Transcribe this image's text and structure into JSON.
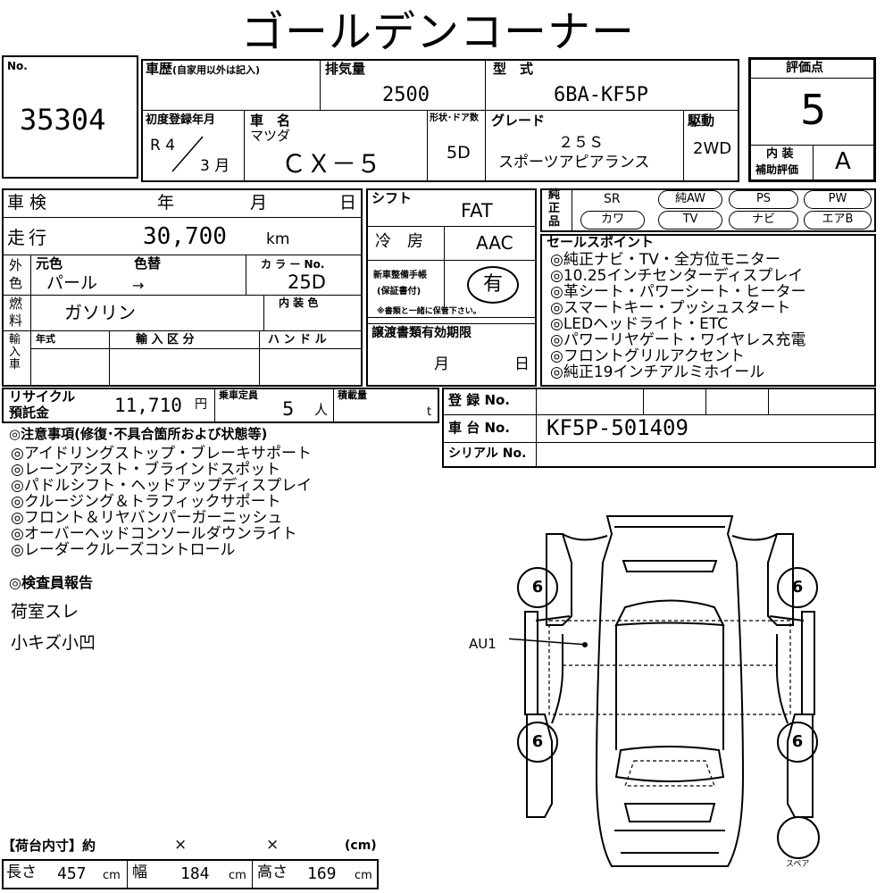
{
  "title": "ゴールデンコーナー",
  "no_label": "No.",
  "no_value": "35304",
  "history_label": "車歴",
  "history_note": "(自家用以外は記入)",
  "displacement_label": "排気量",
  "displacement_value": "2500",
  "model_label": "型　式",
  "model_value": "6BA-KF5P",
  "rating_label": "評価点",
  "rating_value": "5",
  "interior_label_1": "内 装",
  "interior_label_2": "補助評価",
  "interior_value": "A",
  "first_reg_label": "初度登録年月",
  "first_reg_era": "R 4",
  "first_reg_month": "3 月",
  "car_name_label": "車　名",
  "car_maker": "マツダ",
  "car_name": "ＣＸ－５",
  "doors_label": "形状･ドア数",
  "doors_value": "5D",
  "grade_label": "グレード",
  "grade_line1": "２５Ｓ",
  "grade_line2": "スポーツアピアランス",
  "drive_label": "駆動",
  "drive_value": "2WD",
  "inspection_label": "車検",
  "year_label": "年",
  "month_label": "月",
  "day_label": "日",
  "mileage_label": "走行",
  "mileage_value": "30,700",
  "mileage_unit": "km",
  "ext_color_label_1": "外",
  "ext_color_label_2": "色",
  "orig_color_label": "元色",
  "repaint_label": "色替",
  "orig_color_value": "パール",
  "repaint_arrow": "→",
  "color_no_label": "カ ラ ー No.",
  "color_no_value": "25D",
  "fuel_label_1": "燃",
  "fuel_label_2": "料",
  "fuel_value": "ガソリン",
  "interior_color_label": "内 装 色",
  "import_label": "輸入車",
  "model_year_label": "年式",
  "import_type_label": "輸 入 区 分",
  "handle_label": "ハ ン ド ル",
  "shift_label": "シフト",
  "shift_value": "FAT",
  "ac_label": "冷　房",
  "ac_value": "AAC",
  "service_label_1": "新車整備手帳",
  "service_label_2": "(保証書付)",
  "service_value": "有",
  "service_note": "※書類と一緒に保管下さい。",
  "transfer_label": "譲渡書類有効期限",
  "transfer_month": "月",
  "transfer_day": "日",
  "genuine_label": [
    "純",
    "正",
    "品"
  ],
  "equipment": [
    "SR",
    "純AW",
    "PS",
    "PW",
    "カワ",
    "TV",
    "ナビ",
    "エアB"
  ],
  "sales_points_title": "セールスポイント",
  "sales_points": [
    "◎純正ナビ・TV・全方位モニター",
    "◎10.25インチセンターディスプレイ",
    "◎革シート・パワーシート・ヒーター",
    "◎スマートキー・プッシュスタート",
    "◎LEDヘッドライト・ETC",
    "◎パワーリヤゲート・ワイヤレス充電",
    "◎フロントグリルアクセント",
    "◎純正19インチアルミホイール"
  ],
  "recycle_label_1": "リサイクル",
  "recycle_label_2": "預託金",
  "recycle_value": "11,710",
  "recycle_unit": "円",
  "capacity_label": "乗車定員",
  "capacity_value": "5",
  "capacity_unit": "人",
  "load_label": "積載量",
  "load_unit": "t",
  "reg_no_label": "登 録 No.",
  "chassis_no_label": "車 台 No.",
  "chassis_no_value": "KF5P-501409",
  "serial_no_label": "シリアル No.",
  "notes_title": "◎注意事項(修復･不具合箇所および状態等)",
  "notes": [
    "◎アイドリングストップ・ブレーキサポート",
    "◎レーンアシスト・ブラインドスポット",
    "◎パドルシフト・ヘッドアップディスプレイ",
    "◎クルージング＆トラフィックサポート",
    "◎フロント＆リヤバンパーガーニッシュ",
    "◎オーバーヘッドコンソールダウンライト",
    "◎レーダークルーズコントロール"
  ],
  "inspector_title": "◎検査員報告",
  "inspector_notes": [
    "荷室スレ",
    "小キズ小凹"
  ],
  "tire_values": [
    "6",
    "6",
    "6",
    "6"
  ],
  "damage_label": "AU1",
  "spare_label": "スペア",
  "cargo_title": "【荷台内寸】約",
  "cargo_x1": "×",
  "cargo_x2": "×",
  "cargo_unit_label": "(cm)",
  "length_label": "長さ",
  "length_value": "457",
  "width_label": "幅",
  "width_value": "184",
  "height_label": "高さ",
  "height_value": "169",
  "cm": "cm"
}
